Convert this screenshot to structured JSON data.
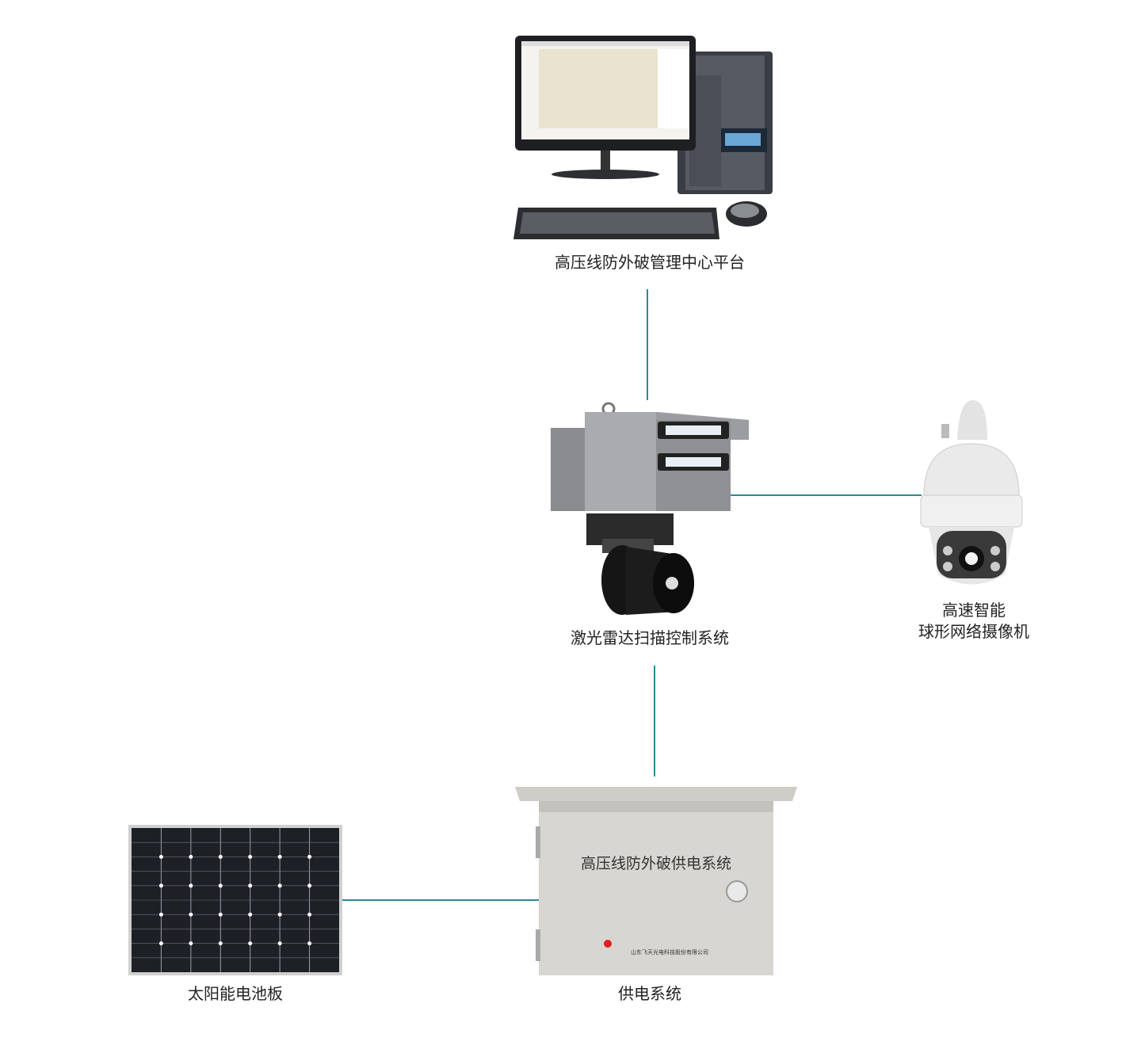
{
  "nodes": {
    "platform": {
      "label": "高压线防外破管理中心平台"
    },
    "radar": {
      "label": "激光雷达扫描控制系统"
    },
    "camera": {
      "label_line1": "高速智能",
      "label_line2": "球形网络摄像机"
    },
    "power": {
      "label": "供电系统",
      "cabinet_title": "高压线防外破供电系统",
      "cabinet_company": "山东飞天光电科技股份有限公司"
    },
    "solar": {
      "label": "太阳能电池板"
    }
  },
  "colors": {
    "connector": "#2a8a94",
    "label_text": "#222222"
  }
}
